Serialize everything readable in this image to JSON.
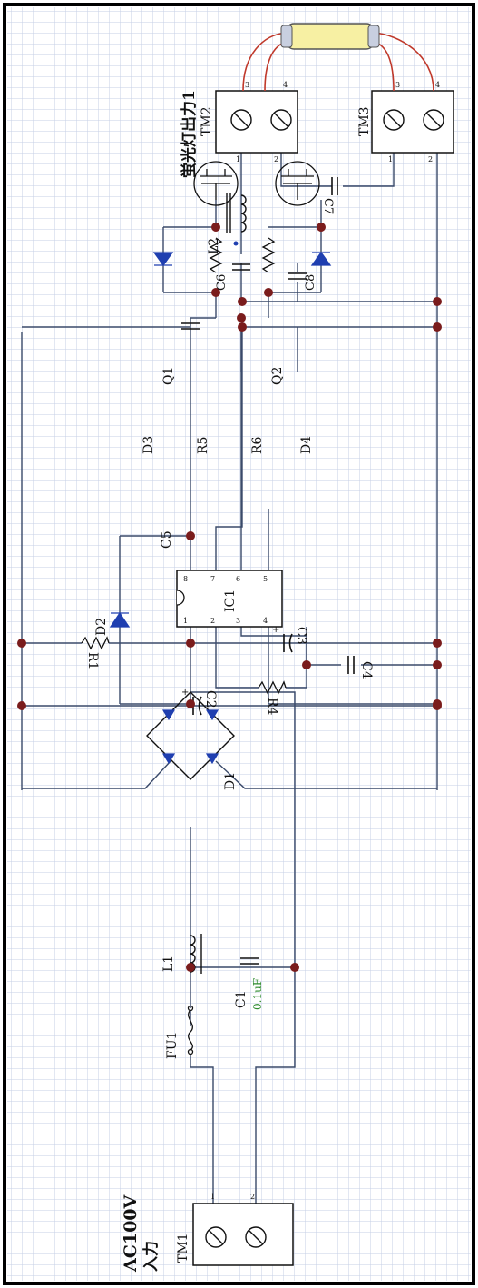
{
  "colors": {
    "wire": "#3a4a6a",
    "component": "#111111",
    "junction": "#7a1c1c",
    "diode": "#1f3fb0",
    "grid": "#c6cfe6",
    "lamp_body": "#f7f0a3",
    "lamp_lead": "#c0392b",
    "value_text": "#2e8b2e"
  },
  "labels": {
    "title_top": "蛍光灯出力1",
    "title_bottom_1": "AC100V",
    "title_bottom_2": "入力",
    "c1_value": "0.1uF"
  },
  "components": {
    "tm1": "TM1",
    "tm2": "TM2",
    "tm3": "TM3",
    "fu1": "FU1",
    "l1": "L1",
    "l2": "L2",
    "c1": "C1",
    "c2": "C2",
    "c3": "C3",
    "c4": "C4",
    "c5": "C5",
    "c6": "C6",
    "c7": "C7",
    "c8": "C8",
    "d1": "D1",
    "d2": "D2",
    "d3": "D3",
    "d4": "D4",
    "r1": "R1",
    "r4": "R4",
    "r5": "R5",
    "r6": "R6",
    "q1": "Q1",
    "q2": "Q2",
    "ic1": "IC1"
  },
  "pins": {
    "tm1": [
      "1",
      "2"
    ],
    "tm2": [
      "1",
      "2",
      "3",
      "4"
    ],
    "tm3": [
      "1",
      "2",
      "3",
      "4"
    ],
    "ic1_top": [
      "8",
      "7",
      "6",
      "5"
    ],
    "ic1_bottom": [
      "1",
      "2",
      "3",
      "4"
    ]
  }
}
